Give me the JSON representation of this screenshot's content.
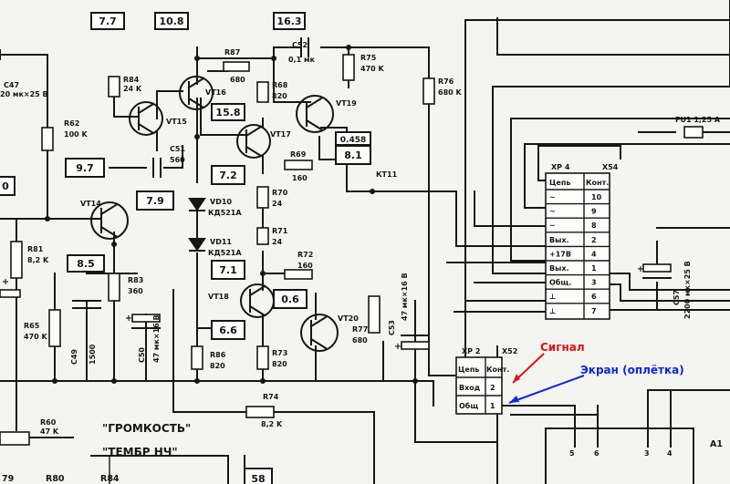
{
  "transistors": {
    "vt15": "VT15",
    "vt16": "VT16",
    "vt17": "VT17",
    "vt19": "VT19",
    "vt14": "VT14",
    "vt18": "VT18",
    "vt20": "VT20"
  },
  "resistors": {
    "r87": {
      "ref": "R87",
      "val": "680"
    },
    "r84": {
      "ref": "R84",
      "val": "24 K"
    },
    "r68": {
      "ref": "R68",
      "val": "820"
    },
    "r75": {
      "ref": "R75",
      "val": "470 K"
    },
    "r76": {
      "ref": "R76",
      "val": "680 K"
    },
    "r62": {
      "ref": "R62",
      "val": "100 K"
    },
    "r69": {
      "ref": "R69",
      "val": "160"
    },
    "r70": {
      "ref": "R70",
      "val": "24"
    },
    "r71": {
      "ref": "R71",
      "val": "24"
    },
    "r72": {
      "ref": "R72",
      "val": "160"
    },
    "r81": {
      "ref": "R81",
      "val": "8,2 K"
    },
    "r83": {
      "ref": "R83",
      "val": "360"
    },
    "r65": {
      "ref": "R65",
      "val": "470 K"
    },
    "r86": {
      "ref": "R86",
      "val": "820"
    },
    "r73": {
      "ref": "R73",
      "val": "820"
    },
    "r77": {
      "ref": "R77",
      "val": "680"
    },
    "r74": {
      "ref": "R74",
      "val": "8,2 K"
    },
    "r60": {
      "ref": "R60",
      "val": "47 K"
    },
    "r79": "79",
    "r80": "R80",
    "r84b": "R84"
  },
  "capacitors": {
    "c47": {
      "ref": "C47",
      "val": "20 мк×25 В"
    },
    "c52": {
      "ref": "C52",
      "val": "0,1 мк"
    },
    "c51": {
      "ref": "C51",
      "val": "560"
    },
    "c49": {
      "ref": "C49",
      "val": "1500"
    },
    "c50": {
      "ref": "C50",
      "val": "47 мк×16 В"
    },
    "c53": {
      "ref": "C53",
      "val": "47 мк×16 В"
    },
    "c57": {
      "ref": "C57",
      "val": "2200 мк×25 В"
    }
  },
  "diodes": {
    "vd10": "VD10",
    "vd10_type": "КД521А",
    "vd11": "VD11",
    "vd11_type": "КД521А"
  },
  "voltage_boxes": {
    "v77": "7.7",
    "v108": "10.8",
    "v163": "16.3",
    "v158": "15.8",
    "v97": "9.7",
    "v79": "7.9",
    "v72": "7.2",
    "v85": "8.5",
    "v71": "7.1",
    "v06": "0.6",
    "v66": "6.6",
    "v0458": "0.458",
    "v81": "8.1",
    "v0": "0",
    "v58": "58"
  },
  "fuse": "FU1 1,25 A",
  "kt11": "КТ11",
  "xp4": {
    "title": "XP 4",
    "socket": "X54",
    "header": [
      "Цепь",
      "Конт."
    ],
    "rows": [
      {
        "name": "~",
        "pin": "10"
      },
      {
        "name": "~",
        "pin": "9"
      },
      {
        "name": "~",
        "pin": "8"
      },
      {
        "name": "Вых.",
        "pin": "2"
      },
      {
        "name": "+17В",
        "pin": "4"
      },
      {
        "name": "Вых.",
        "pin": "1"
      },
      {
        "name": "Общ.",
        "pin": "3"
      },
      {
        "name": "⊥",
        "pin": "6"
      },
      {
        "name": "⊥",
        "pin": "7"
      }
    ]
  },
  "xp2": {
    "title": "XP 2",
    "socket": "X52",
    "header": [
      "Цепь",
      "Конт."
    ],
    "rows": [
      {
        "name": "Вход",
        "pin": "2"
      },
      {
        "name": "Общ",
        "pin": "1"
      }
    ]
  },
  "annotations": {
    "signal": "Сигнал",
    "shield": "Экран (оплётка)",
    "volume": "\"ГРОМКОСТЬ\"",
    "tone": "\"ТЕМБР НЧ\""
  },
  "a1": {
    "ref": "A1",
    "pins": [
      "5",
      "6",
      "3",
      "4"
    ]
  },
  "colors": {
    "signal": "#e01010",
    "shield": "#1028d8",
    "ink": "#161616"
  }
}
